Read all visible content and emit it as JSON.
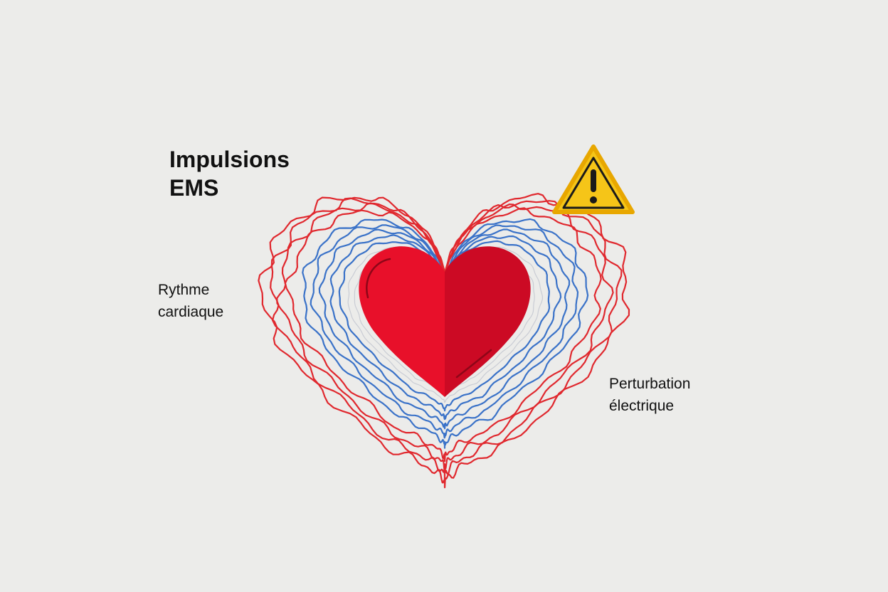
{
  "title": {
    "line1": "Impulsions",
    "line2": "EMS"
  },
  "labels": {
    "rhythm": {
      "line1": "Rythme",
      "line2": "cardiaque"
    },
    "disturbance": {
      "line1": "Perturbation",
      "line2": "électrique"
    }
  },
  "icons": {
    "heart": "heart-icon",
    "warning": "warning-triangle-icon"
  },
  "colors": {
    "background": "#ececea",
    "heart_left": "#e8102a",
    "heart_right": "#cc0a24",
    "outer_waves": "#e0282e",
    "inner_waves": "#3a72c8",
    "warning_fill": "#f5c518",
    "warning_stroke": "#1a1a1a"
  },
  "wave_rings": {
    "red_count": 4,
    "blue_count": 5
  }
}
